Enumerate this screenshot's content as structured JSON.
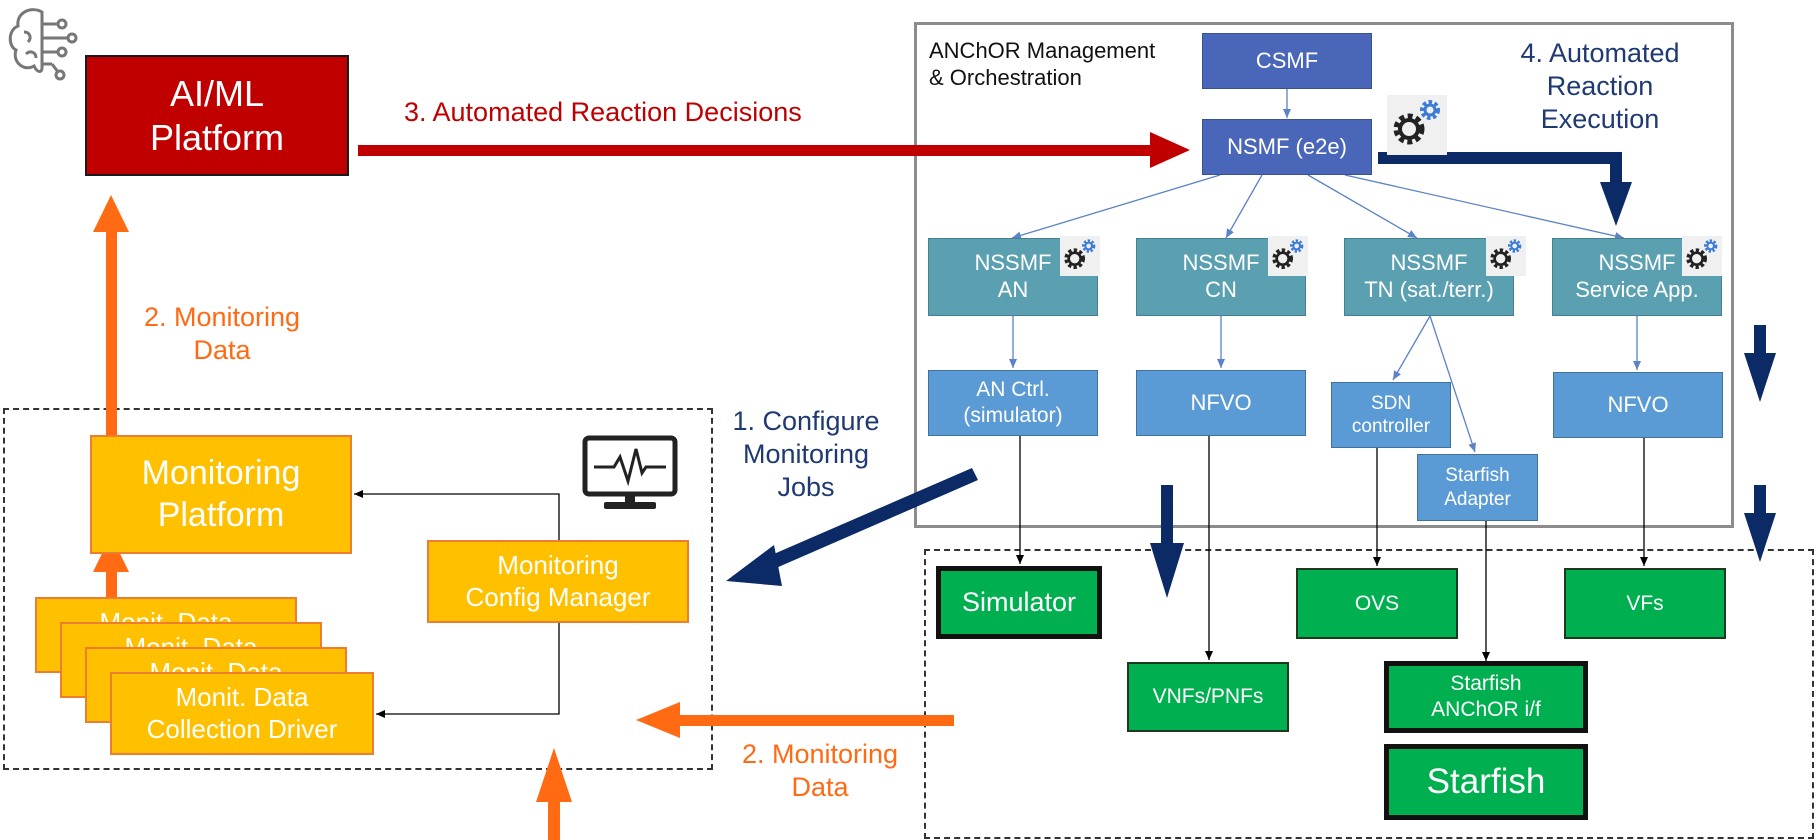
{
  "aiml_platform": {
    "label": "AI/ML\nPlatform"
  },
  "monitoring": {
    "platform": "Monitoring\nPlatform",
    "config_manager": "Monitoring\nConfig Manager",
    "monit_data_stack": "Monit. Data",
    "collection_driver": "Monit. Data\nCollection Driver"
  },
  "anchor": {
    "title": "ANChOR Management\n& Orchestration",
    "csmf": "CSMF",
    "nsmf": "NSMF (e2e)",
    "nssmf": [
      {
        "label": "NSSMF\nAN"
      },
      {
        "label": "NSSMF\nCN"
      },
      {
        "label": "NSSMF\nTN (sat./terr.)"
      },
      {
        "label": "NSSMF\nService App."
      }
    ],
    "controllers": {
      "an_ctrl": "AN Ctrl.\n(simulator)",
      "nfvo_cn": "NFVO",
      "sdn": "SDN\ncontroller",
      "starfish_adapter": "Starfish\nAdapter",
      "nfvo_app": "NFVO"
    }
  },
  "infrastructure": {
    "simulator": "Simulator",
    "ovs": "OVS",
    "vfs": "VFs",
    "vnfs_pnfs": "VNFs/PNFs",
    "starfish_if": "Starfish\nANChOR i/f",
    "starfish": "Starfish"
  },
  "flow_labels": {
    "step1": "1. Configure\nMonitoring\nJobs",
    "step2_top": "2. Monitoring\nData",
    "step2_bottom": "2. Monitoring\nData",
    "step3": "3. Automated Reaction Decisions",
    "step4": "4. Automated\nReaction\nExecution"
  },
  "colors": {
    "red": "#c00000",
    "orange": "#ff6a13",
    "navy": "#0b2a66",
    "label_blue": "#1f3a73"
  },
  "icons": [
    "brain-circuit-icon",
    "monitor-pulse-icon",
    "gear-icon"
  ]
}
